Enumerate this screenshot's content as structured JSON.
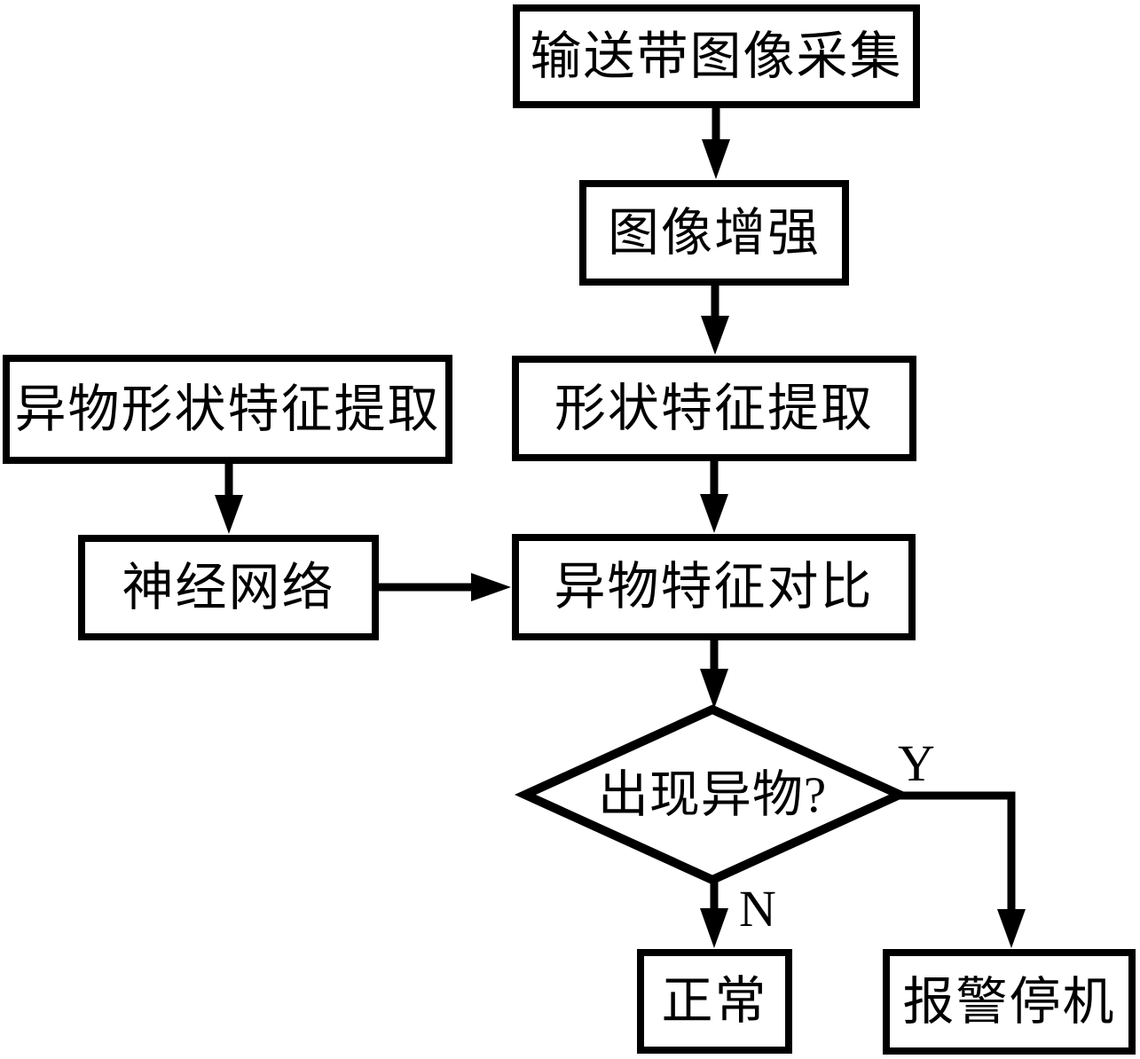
{
  "flowchart": {
    "nodes": {
      "capture": {
        "label": "输送带图像采集"
      },
      "enhance": {
        "label": "图像增强"
      },
      "shape_extract": {
        "label": "形状特征提取"
      },
      "foreign_shape_extract": {
        "label": "异物形状特征提取"
      },
      "neural_network": {
        "label": "神经网络"
      },
      "feature_compare": {
        "label": "异物特征对比"
      },
      "decision": {
        "label": "出现异物?"
      },
      "normal": {
        "label": "正常"
      },
      "alarm_stop": {
        "label": "报警停机"
      }
    },
    "branch_labels": {
      "yes": "Y",
      "no": "N"
    },
    "edges": [
      {
        "from": "capture",
        "to": "enhance"
      },
      {
        "from": "enhance",
        "to": "shape_extract"
      },
      {
        "from": "shape_extract",
        "to": "feature_compare"
      },
      {
        "from": "foreign_shape_extract",
        "to": "neural_network"
      },
      {
        "from": "neural_network",
        "to": "feature_compare"
      },
      {
        "from": "feature_compare",
        "to": "decision"
      },
      {
        "from": "decision",
        "to": "normal",
        "label": "N"
      },
      {
        "from": "decision",
        "to": "alarm_stop",
        "label": "Y"
      }
    ],
    "colors": {
      "stroke": "#000000",
      "background": "#ffffff",
      "text": "#000000"
    }
  }
}
